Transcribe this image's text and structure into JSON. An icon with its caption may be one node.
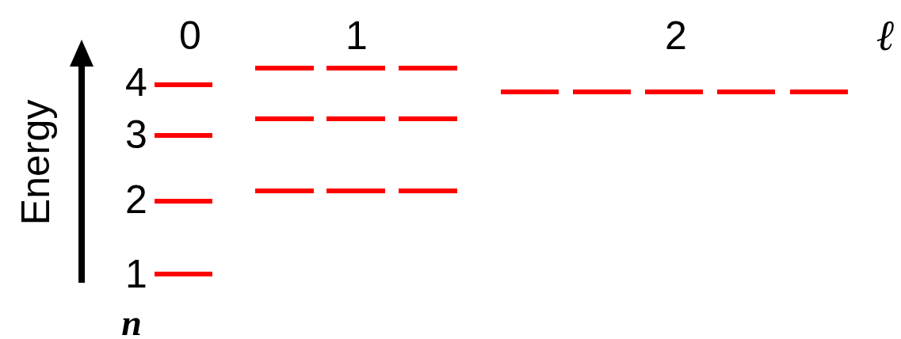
{
  "diagram": {
    "labels": [
      "0",
      "1",
      "2",
      "ℓ",
      "Energy",
      "4",
      "3",
      "2",
      "1",
      "n"
    ]
  }
}
